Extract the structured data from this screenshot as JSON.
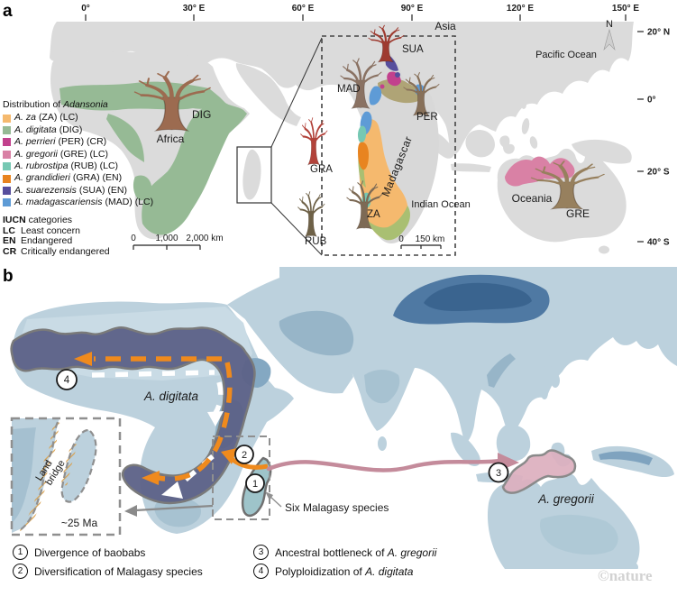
{
  "panel_a": {
    "label": "a",
    "lon_ticks": [
      "0°",
      "30° E",
      "60° E",
      "90° E",
      "120° E",
      "150° E"
    ],
    "lat_ticks": [
      "20° N",
      "0°",
      "20° S",
      "40° S"
    ],
    "compass_n": "N",
    "labels": {
      "asia": "Asia",
      "africa": "Africa",
      "pacific_ocean": "Pacific Ocean",
      "indian_ocean": "Indian Ocean",
      "oceania": "Oceania",
      "madagascar": "Madagascar"
    },
    "legend": {
      "title_prefix": "Distribution of ",
      "title_genus": "Adansonia",
      "items": [
        {
          "name": "A. za",
          "detail": "(ZA) (LC)",
          "color": "#F5B96E"
        },
        {
          "name": "A. digitata",
          "detail": "(DIG)",
          "color": "#96BA95"
        },
        {
          "name": "A. perrieri",
          "detail": "(PER) (CR)",
          "color": "#C2418D"
        },
        {
          "name": "A. gregorii",
          "detail": "(GRE) (LC)",
          "color": "#D981A5"
        },
        {
          "name": "A. rubrostipa",
          "detail": "(RUB) (LC)",
          "color": "#76C8B3"
        },
        {
          "name": "A. grandidieri",
          "detail": "(GRA) (EN)",
          "color": "#E88420"
        },
        {
          "name": "A. suarezensis",
          "detail": "(SUA) (EN)",
          "color": "#574E9D"
        },
        {
          "name": "A. madagascariensis",
          "detail": "(MAD) (LC)",
          "color": "#5E9BD6"
        }
      ],
      "iucn_title_bold": "IUCN",
      "iucn_title_rest": " categories",
      "iucn": [
        {
          "abbr": "LC",
          "label": "Least concern"
        },
        {
          "abbr": "EN",
          "label": "Endangered"
        },
        {
          "abbr": "CR",
          "label": "Critically endangered"
        }
      ]
    },
    "blend_colors": {
      "north_khaki": "#AFA476",
      "south_green": "#A9BF72"
    },
    "trees": {
      "dig": {
        "label": "DIG",
        "color": "#9C6B50"
      },
      "sua": {
        "label": "SUA",
        "color": "#9E3B30"
      },
      "mad": {
        "label": "MAD",
        "color": "#8A7263"
      },
      "per": {
        "label": "PER",
        "color": "#877059"
      },
      "gra": {
        "label": "GRA",
        "color": "#B2423A"
      },
      "rub": {
        "label": "RUB",
        "color": "#6E6147"
      },
      "za": {
        "label": "ZA",
        "color": "#7D6A55"
      },
      "gre": {
        "label": "GRE",
        "color": "#97805E"
      }
    },
    "scalebar_main": {
      "t0": "0",
      "t1": "1,000",
      "t2": "2,000 km"
    },
    "scalebar_inset": {
      "t0": "0",
      "t1": "150 km"
    }
  },
  "panel_b": {
    "label": "b",
    "labels": {
      "a_digitata": "A. digitata",
      "a_gregorii": "A. gregorii",
      "six_malagasy": "Six Malagasy species",
      "land_bridge_line1": "Land",
      "land_bridge_line2": "bridge",
      "age": "~25 Ma"
    },
    "markers": {
      "m1": "1",
      "m2": "2",
      "m3": "3",
      "m4": "4"
    },
    "route_colors": {
      "digitata_region": "#5C6187",
      "gregorii_region": "#DCAFBE",
      "malagasy_region": "#9EC4CA",
      "orange_route": "#EF8A1D",
      "white_route": "#FFFFFF",
      "overseas_route": "#C48B9B"
    },
    "captions": [
      {
        "num": "1",
        "text": "Divergence of baobabs",
        "italic": ""
      },
      {
        "num": "2",
        "text": "Diversification of Malagasy species",
        "italic": ""
      },
      {
        "num": "3",
        "text": "Ancestral bottleneck of ",
        "italic": "A. gregorii"
      },
      {
        "num": "4",
        "text": "Polyploidization of ",
        "italic": "A. digitata"
      }
    ]
  },
  "watermark": "©nature"
}
